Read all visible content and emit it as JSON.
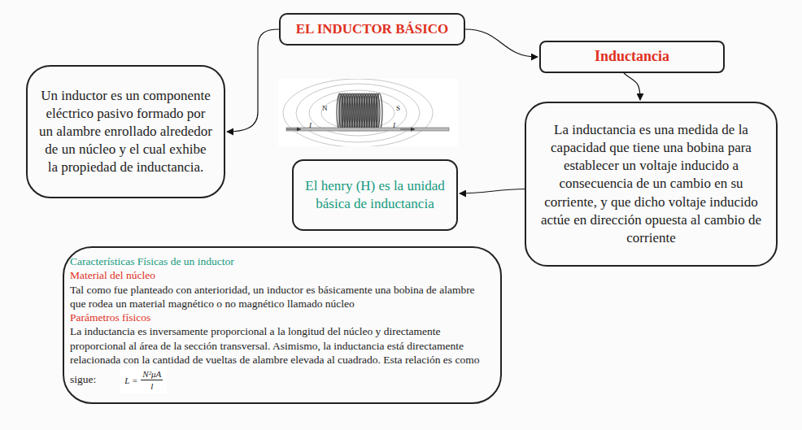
{
  "diagram": {
    "nodes": [
      {
        "text": [
          "EL INDUCTOR BÁSICO"
        ]
      },
      {
        "text": [
          "Inductancia"
        ]
      },
      {
        "text": [
          "Un inductor es un componente eléctrico pasivo formado por un alambre enrollado alrededor de un núcleo y el cual exhibe la propiedad de inductancia."
        ]
      },
      {
        "text": [
          "La inductancia es una medida de la capacidad que tiene una bobina para establecer un voltaje inducido a consecuencia de un cambio en su corriente, y que dicho voltaje inducido actúe en dirección opuesta al cambio de corriente"
        ]
      },
      {
        "text": [
          "El henry (H) es la unidad básica de inductancia"
        ]
      },
      {
        "text": [
          "Características Físicas de un inductor",
          "Material del núcleo",
          "Tal como fue planteado con anterioridad, un inductor es básicamente una bobina de alambre que rodea un material magnético o no magnético llamado núcleo",
          "Parámetros físicos",
          "La inductancia es inversamente proporcional a la longitud del núcleo y directamente proporcional al área de la sección transversal. Asimismo, la inductancia está directamente relacionada con la cantidad de vueltas de alambre elevada al cuadrado. Esta relación es como sigue:"
        ]
      }
    ],
    "edges": [
      {
        "from": 0,
        "to": 2,
        "arrow": "to"
      },
      {
        "from": 0,
        "to": 1,
        "arrow": "to"
      },
      {
        "from": 1,
        "to": 3,
        "arrow": "to"
      },
      {
        "from": 3,
        "to": 4,
        "arrow": "to"
      }
    ],
    "labels": [
      "N",
      "S",
      "I",
      "I",
      "L =",
      "N²μA",
      "l"
    ]
  }
}
